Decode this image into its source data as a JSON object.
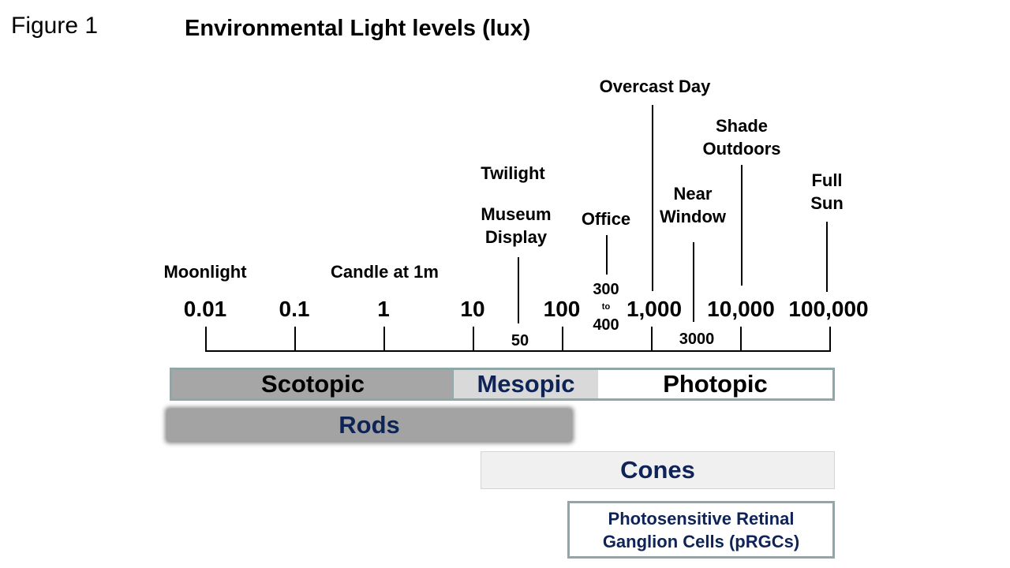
{
  "figure_label": "Figure 1",
  "title": "Environmental Light levels (lux)",
  "ticks": [
    "0.01",
    "0.1",
    "1",
    "10",
    "100",
    "1,000",
    "10,000",
    "100,000"
  ],
  "intermediate_values": {
    "v50": "50",
    "v300": "300",
    "to": "to",
    "v400": "400",
    "v3000": "3000"
  },
  "light_sources": {
    "moonlight": "Moonlight",
    "candle": "Candle at 1m",
    "twilight": "Twilight",
    "museum_line1": "Museum",
    "museum_line2": "Display",
    "office": "Office",
    "overcast": "Overcast Day",
    "near_line1": "Near",
    "near_line2": "Window",
    "shade_line1": "Shade",
    "shade_line2": "Outdoors",
    "sun_line1": "Full",
    "sun_line2": "Sun"
  },
  "vision_ranges": {
    "scotopic": "Scotopic",
    "mesopic": "Mesopic",
    "photopic": "Photopic"
  },
  "photoreceptors": {
    "rods": "Rods",
    "cones": "Cones",
    "prgc_line1": "Photosensitive Retinal",
    "prgc_line2": "Ganglion Cells (pRGCs)"
  },
  "colors": {
    "text_navy": "#0e2457",
    "band_border": "#8fa7a9",
    "scotopic_fill": "#a6a6a6",
    "mesopic_fill": "#d9d9d9",
    "cones_fill": "#f0f0f0"
  }
}
